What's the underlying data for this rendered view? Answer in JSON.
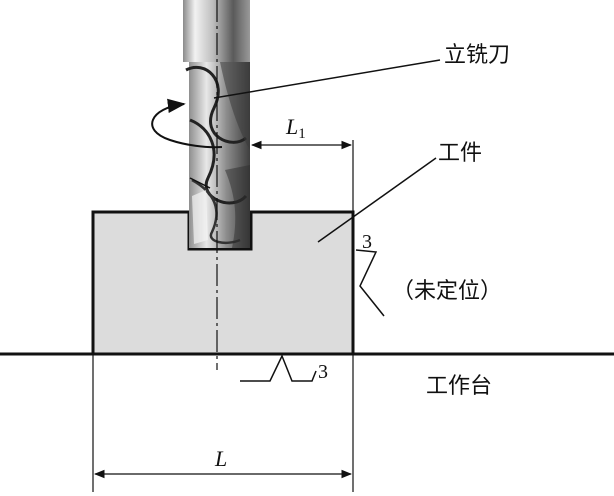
{
  "labels": {
    "tool": "立铣刀",
    "workpiece": "工件",
    "note": "（未定位）",
    "table": "工作台"
  },
  "dimensions": {
    "l1_main": "L",
    "l1_sub": "1",
    "l": "L"
  },
  "constraints": {
    "side_count": "3",
    "bottom_count": "3"
  },
  "colors": {
    "line": "#111111",
    "workpiece_fill": "#dcdcdc",
    "tool_dark": "#555555",
    "tool_light": "#e6e6e6"
  }
}
